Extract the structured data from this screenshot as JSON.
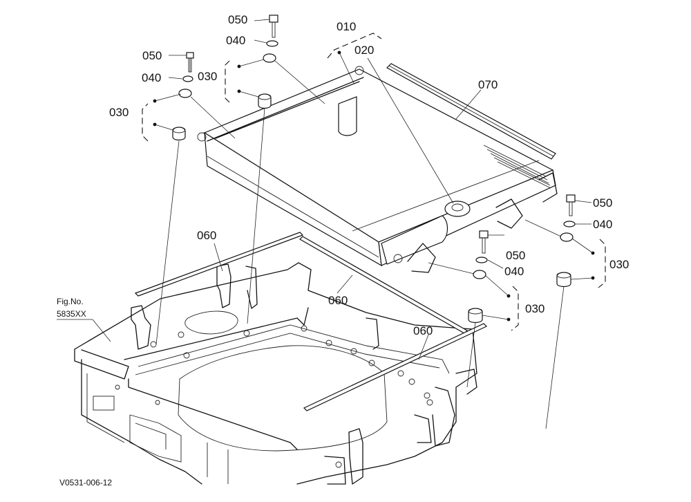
{
  "labels": {
    "p010": "010",
    "p020": "020",
    "p070": "070",
    "p050_a": "050",
    "p040_a": "040",
    "p030_a": "030",
    "p030_b": "030",
    "p050_b": "050",
    "p040_b": "040",
    "p050_c": "050",
    "p040_c": "040",
    "p030_c": "030",
    "p050_d": "050",
    "p040_d": "040",
    "p030_d": "030",
    "p060_a": "060",
    "p060_b": "060",
    "p060_c": "060"
  },
  "fig_ref": {
    "line1": "Fig.No.",
    "line2": "5835XX"
  },
  "drawing_code": "V0531-006-12"
}
